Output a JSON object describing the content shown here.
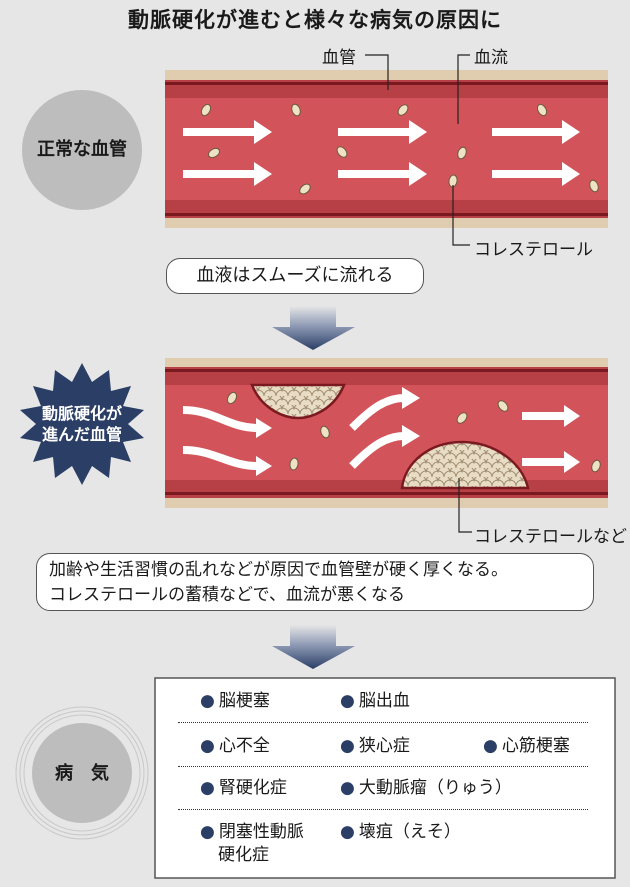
{
  "title": "動脈硬化が進むと様々な病気の原因に",
  "labels": {
    "vessel": "血管",
    "flow": "血流",
    "cholesterol": "コレステロール",
    "cholesterol_etc": "コレステロールなど"
  },
  "normal": {
    "circle": "正常な血管",
    "caption": "血液はスムーズに流れる"
  },
  "sclerotic": {
    "circle_line1": "動脈硬化が",
    "circle_line2": "進んだ血管",
    "caption_line1": "加齢や生活習慣の乱れなどが原因で血管壁が硬く厚くなる。",
    "caption_line2": "コレステロールの蓄積などで、血流が悪くなる"
  },
  "disease": {
    "circle": "病　気",
    "rows": [
      [
        "脳梗塞",
        "脳出血"
      ],
      [
        "心不全",
        "狭心症",
        "心筋梗塞"
      ],
      [
        "腎硬化症",
        "大動脈瘤（りゅう）"
      ],
      [
        "閉塞性動脈",
        "壊疽（えそ）"
      ]
    ],
    "row4_cont": "硬化症"
  },
  "colors": {
    "vessel_wall": "#e0cdb0",
    "blood": "#d2545a",
    "dark_red": "#8a1e24",
    "arrow_down": "#2a3e66"
  }
}
